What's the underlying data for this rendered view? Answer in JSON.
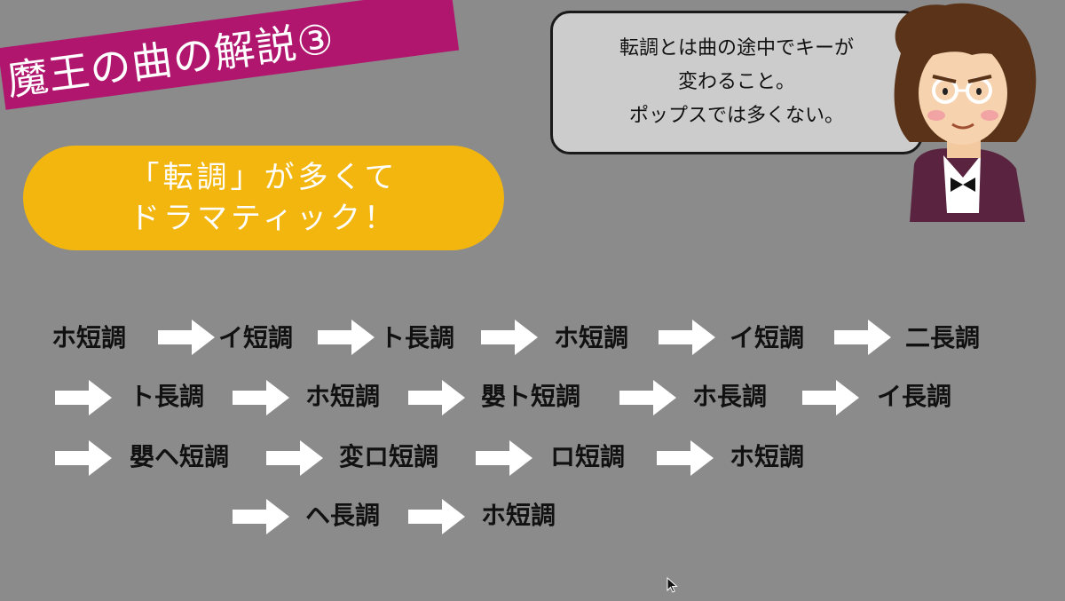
{
  "title": "魔王の曲の解説③",
  "highlight": {
    "lines": [
      "「転調」が多くて",
      "ドラマティック！"
    ],
    "color": "#f2b60e"
  },
  "speech_bubble": {
    "lines": [
      "転調とは曲の途中でキーが",
      "変わること。",
      "ポップスでは多くない。"
    ]
  },
  "colors": {
    "background": "#8b8b8b",
    "title_banner": "#b0166e",
    "arrow": "#ffffff",
    "key_text": "#111111"
  },
  "progression": [
    "ホ短調",
    "イ短調",
    "ト長調",
    "ホ短調",
    "イ短調",
    "二長調",
    "ト長調",
    "ホ短調",
    "嬰ト短調",
    "ホ長調",
    "イ長調",
    "嬰ヘ短調",
    "変ロ短調",
    "ロ短調",
    "ホ短調",
    "ヘ長調",
    "ホ短調"
  ],
  "icons": {
    "character": "composer-character-icon",
    "arrow": "right-arrow-icon",
    "cursor": "mouse-cursor-icon"
  }
}
